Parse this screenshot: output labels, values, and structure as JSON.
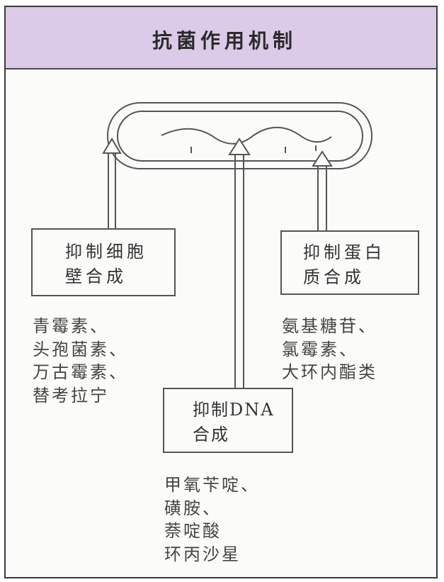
{
  "title": "抗菌作用机制",
  "mechanisms": [
    {
      "id": "cell-wall",
      "label_lines": [
        "抑制细胞",
        "壁合成"
      ],
      "drugs": [
        "青霉素、",
        "头孢菌素、",
        "万古霉素、",
        "替考拉宁"
      ]
    },
    {
      "id": "protein",
      "label_lines": [
        "抑制蛋白",
        "质合成"
      ],
      "drugs": [
        "氨基糖苷、",
        "氯霉素、",
        "大环内酯类"
      ]
    },
    {
      "id": "dna",
      "label_lines": [
        "抑制DNA",
        "合成"
      ],
      "drugs": [
        "甲氧苄啶、",
        "磺胺、",
        "萘啶酸",
        "环丙沙星"
      ]
    }
  ],
  "colors": {
    "header_bg": "#dccbe8",
    "line": "#555555"
  }
}
